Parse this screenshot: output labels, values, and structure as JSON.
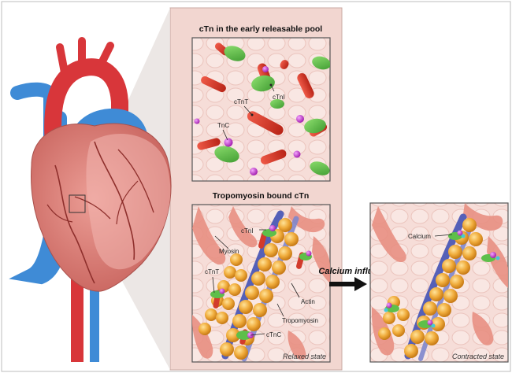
{
  "panels": {
    "pool": {
      "title": "cTn in the early releasable pool",
      "labels": {
        "ctnt": "cTnT",
        "ctni": "cTnI",
        "tnc": "TnC"
      }
    },
    "bound": {
      "title": "Tropomyosin bound cTn",
      "labels": {
        "ctni": "cTnI",
        "myosin": "Myosin",
        "ctnt": "cTnT",
        "actin": "Actin",
        "tropomyosin": "Tropomyosin",
        "ctnc": "cTnC"
      },
      "caption": "Relaxed state"
    },
    "contracted": {
      "labels": {
        "calcium": "Calcium"
      },
      "caption": "Contracted state"
    }
  },
  "arrow": {
    "label": "Calcium influx"
  },
  "colors": {
    "panel_bg": "#f2d6d0",
    "zoom_bg": "#eccdc6",
    "ctnt": "#d23b2c",
    "ctni": "#5ebf4a",
    "calcium": "#c63fd1",
    "actin": "#f0ac3c",
    "tropomyosin": "#5560b8",
    "myosin": "#e88f82",
    "heart": "#df8a84",
    "aorta": "#d8363a",
    "vena": "#3f8bd6"
  }
}
